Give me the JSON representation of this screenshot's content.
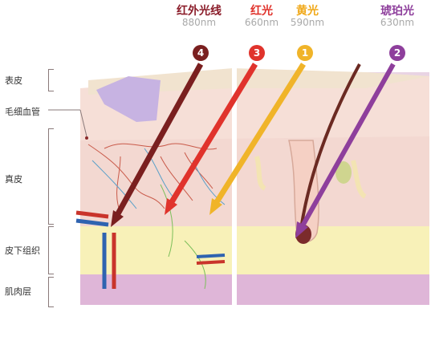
{
  "bands": [
    {
      "name": "红外光线",
      "wavelength": "880nm",
      "number": "4",
      "color": "#7a1f1f",
      "name_color": "#8b1e2b"
    },
    {
      "name": "红光",
      "wavelength": "660nm",
      "number": "3",
      "color": "#e0332c",
      "name_color": "#e0332c"
    },
    {
      "name": "黄光",
      "wavelength": "590nm",
      "number": "1",
      "color": "#f0b429",
      "name_color": "#f0a818"
    },
    {
      "name": "琥珀光",
      "wavelength": "630nm",
      "number": "2",
      "color": "#8e3f9c",
      "name_color": "#8e3f9c"
    }
  ],
  "layers": [
    {
      "label": "表皮"
    },
    {
      "label": "毛细血管"
    },
    {
      "label": "真皮"
    },
    {
      "label": "皮下组织"
    },
    {
      "label": "肌肉层"
    }
  ]
}
